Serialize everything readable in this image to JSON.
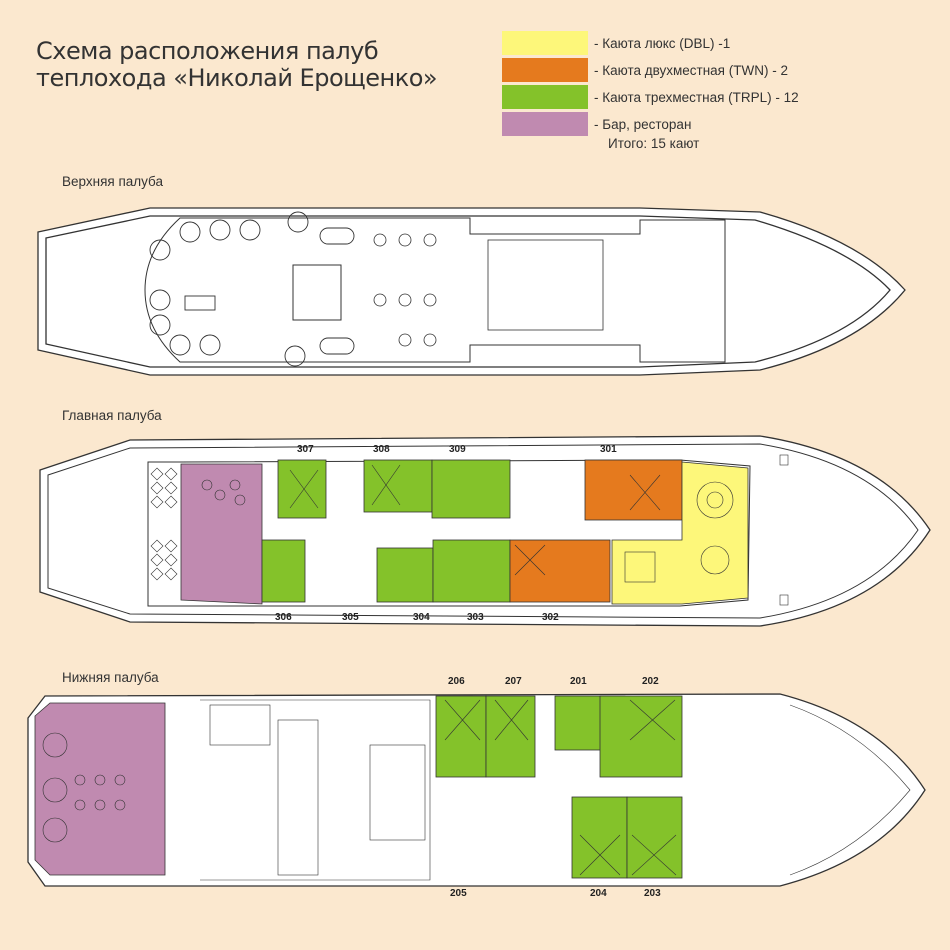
{
  "title": {
    "line1": "Схема расположения палуб",
    "line2": "теплохода «Николай Ерощенко»"
  },
  "legend": {
    "items": [
      {
        "label": "- Каюта люкс (DBL) -1",
        "color": "#fdf77a"
      },
      {
        "label": "- Каюта двухместная (TWN) - 2",
        "color": "#e57a1e"
      },
      {
        "label": "- Каюта трехместная (TRPL) - 12",
        "color": "#84c22a"
      },
      {
        "label": "- Бар, ресторан",
        "color": "#c08ab0"
      }
    ],
    "total": "Итого: 15 кают"
  },
  "decks": {
    "upper": {
      "label": "Верхняя палуба"
    },
    "main": {
      "label": "Главная палуба",
      "cabins": [
        "307",
        "308",
        "309",
        "301",
        "306",
        "305",
        "304",
        "303",
        "302"
      ]
    },
    "lower": {
      "label": "Нижняя палуба",
      "cabins": [
        "206",
        "207",
        "201",
        "202",
        "205",
        "204",
        "203"
      ]
    }
  }
}
